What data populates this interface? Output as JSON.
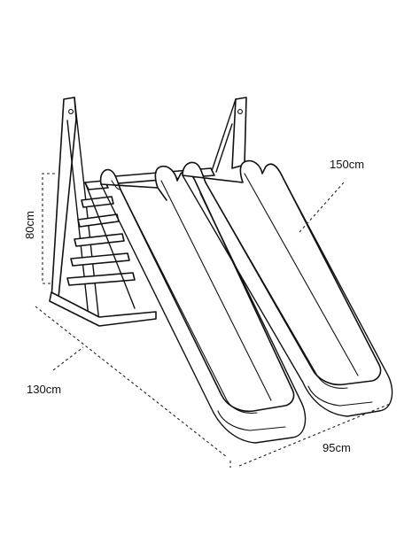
{
  "figure": {
    "dimensions": {
      "height": "80cm",
      "width_left": "130cm",
      "width_bottom": "95cm",
      "length": "150cm"
    }
  }
}
